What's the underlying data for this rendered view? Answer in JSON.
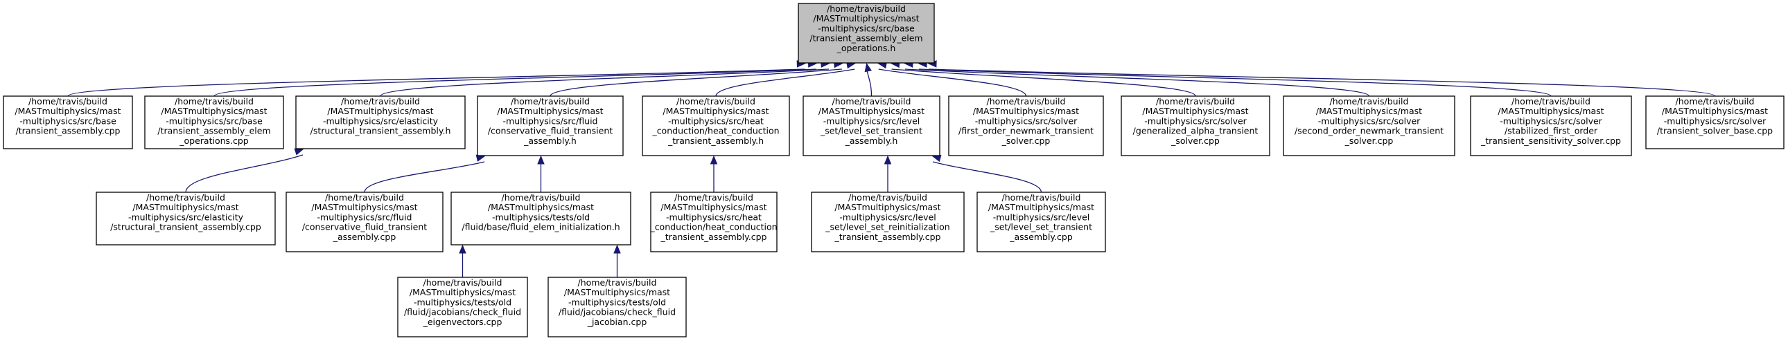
{
  "diagram": {
    "colors": {
      "edge": "#191970",
      "root_fill": "#bfbfbf",
      "node_fill": "#ffffff",
      "border": "#000000"
    },
    "nodes": [
      {
        "id": "n0",
        "root": true,
        "lines": [
          "/home/travis/build",
          "/MASTmultiphysics/mast",
          "-multiphysics/src/base",
          "/transient_assembly_elem",
          "_operations.h"
        ]
      },
      {
        "id": "n1",
        "lines": [
          "/home/travis/build",
          "/MASTmultiphysics/mast",
          "-multiphysics/src/base",
          "/transient_assembly.cpp"
        ]
      },
      {
        "id": "n2",
        "lines": [
          "/home/travis/build",
          "/MASTmultiphysics/mast",
          "-multiphysics/src/base",
          "/transient_assembly_elem",
          "_operations.cpp"
        ]
      },
      {
        "id": "n3",
        "lines": [
          "/home/travis/build",
          "/MASTmultiphysics/mast",
          "-multiphysics/src/elasticity",
          "/structural_transient_assembly.h"
        ]
      },
      {
        "id": "n4",
        "lines": [
          "/home/travis/build",
          "/MASTmultiphysics/mast",
          "-multiphysics/src/fluid",
          "/conservative_fluid_transient",
          "_assembly.h"
        ]
      },
      {
        "id": "n5",
        "lines": [
          "/home/travis/build",
          "/MASTmultiphysics/mast",
          "-multiphysics/src/heat",
          "_conduction/heat_conduction",
          "_transient_assembly.h"
        ]
      },
      {
        "id": "n6",
        "lines": [
          "/home/travis/build",
          "/MASTmultiphysics/mast",
          "-multiphysics/src/level",
          "_set/level_set_transient",
          "_assembly.h"
        ]
      },
      {
        "id": "n7",
        "lines": [
          "/home/travis/build",
          "/MASTmultiphysics/mast",
          "-multiphysics/src/solver",
          "/first_order_newmark_transient",
          "_solver.cpp"
        ]
      },
      {
        "id": "n8",
        "lines": [
          "/home/travis/build",
          "/MASTmultiphysics/mast",
          "-multiphysics/src/solver",
          "/generalized_alpha_transient",
          "_solver.cpp"
        ]
      },
      {
        "id": "n9",
        "lines": [
          "/home/travis/build",
          "/MASTmultiphysics/mast",
          "-multiphysics/src/solver",
          "/second_order_newmark_transient",
          "_solver.cpp"
        ]
      },
      {
        "id": "n10",
        "lines": [
          "/home/travis/build",
          "/MASTmultiphysics/mast",
          "-multiphysics/src/solver",
          "/stabilized_first_order",
          "_transient_sensitivity_solver.cpp"
        ]
      },
      {
        "id": "n11",
        "lines": [
          "/home/travis/build",
          "/MASTmultiphysics/mast",
          "-multiphysics/src/solver",
          "/transient_solver_base.cpp"
        ]
      },
      {
        "id": "n12",
        "lines": [
          "/home/travis/build",
          "/MASTmultiphysics/mast",
          "-multiphysics/src/elasticity",
          "/structural_transient_assembly.cpp"
        ]
      },
      {
        "id": "n13",
        "lines": [
          "/home/travis/build",
          "/MASTmultiphysics/mast",
          "-multiphysics/src/fluid",
          "/conservative_fluid_transient",
          "_assembly.cpp"
        ]
      },
      {
        "id": "n14",
        "lines": [
          "/home/travis/build",
          "/MASTmultiphysics/mast",
          "-multiphysics/tests/old",
          "/fluid/base/fluid_elem_initialization.h"
        ]
      },
      {
        "id": "n15",
        "lines": [
          "/home/travis/build",
          "/MASTmultiphysics/mast",
          "-multiphysics/src/heat",
          "_conduction/heat_conduction",
          "_transient_assembly.cpp"
        ]
      },
      {
        "id": "n16",
        "lines": [
          "/home/travis/build",
          "/MASTmultiphysics/mast",
          "-multiphysics/src/level",
          "_set/level_set_reinitialization",
          "_transient_assembly.cpp"
        ]
      },
      {
        "id": "n17",
        "lines": [
          "/home/travis/build",
          "/MASTmultiphysics/mast",
          "-multiphysics/src/level",
          "_set/level_set_transient",
          "_assembly.cpp"
        ]
      },
      {
        "id": "n18",
        "lines": [
          "/home/travis/build",
          "/MASTmultiphysics/mast",
          "-multiphysics/tests/old",
          "/fluid/jacobians/check_fluid",
          "_eigenvectors.cpp"
        ]
      },
      {
        "id": "n19",
        "lines": [
          "/home/travis/build",
          "/MASTmultiphysics/mast",
          "-multiphysics/tests/old",
          "/fluid/jacobians/check_fluid",
          "_jacobian.cpp"
        ]
      }
    ],
    "edges": [
      {
        "from": "n1",
        "to": "n0"
      },
      {
        "from": "n2",
        "to": "n0"
      },
      {
        "from": "n3",
        "to": "n0"
      },
      {
        "from": "n4",
        "to": "n0"
      },
      {
        "from": "n5",
        "to": "n0"
      },
      {
        "from": "n6",
        "to": "n0"
      },
      {
        "from": "n7",
        "to": "n0"
      },
      {
        "from": "n8",
        "to": "n0"
      },
      {
        "from": "n9",
        "to": "n0"
      },
      {
        "from": "n10",
        "to": "n0"
      },
      {
        "from": "n11",
        "to": "n0"
      },
      {
        "from": "n12",
        "to": "n3"
      },
      {
        "from": "n13",
        "to": "n4"
      },
      {
        "from": "n14",
        "to": "n4"
      },
      {
        "from": "n15",
        "to": "n5"
      },
      {
        "from": "n16",
        "to": "n6"
      },
      {
        "from": "n17",
        "to": "n6"
      },
      {
        "from": "n18",
        "to": "n14"
      },
      {
        "from": "n19",
        "to": "n14"
      }
    ]
  }
}
